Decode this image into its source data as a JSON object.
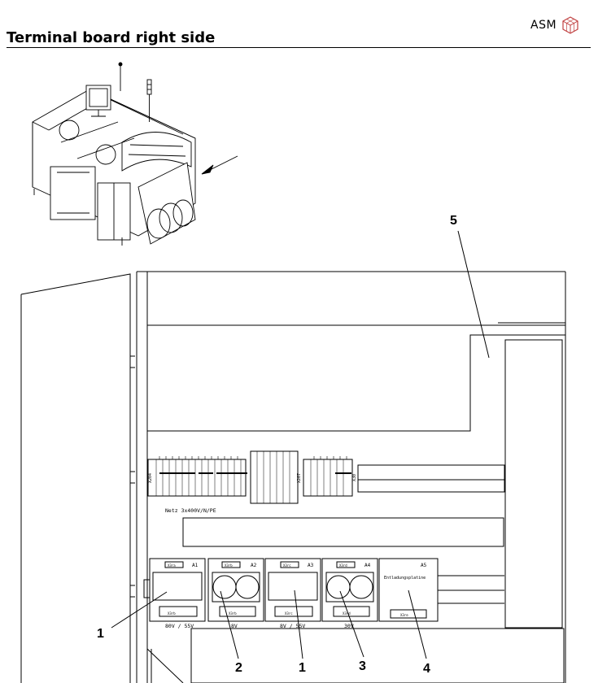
{
  "header": {
    "brand": "ASM",
    "title": "Terminal board right side"
  },
  "callouts": [
    {
      "id": "1",
      "label": "1"
    },
    {
      "id": "2",
      "label": "2"
    },
    {
      "id": "1b",
      "label": "1"
    },
    {
      "id": "3",
      "label": "3"
    },
    {
      "id": "4",
      "label": "4"
    },
    {
      "id": "5",
      "label": "5"
    }
  ],
  "terminals": {
    "left_block": "X204",
    "mid_block": "X207",
    "right_block": "X30",
    "mains_label": "Netz 3x400V/N/PE"
  },
  "modules": [
    {
      "slot": "A1",
      "top_tag": "X3ra",
      "bottom_tag": "X3rb",
      "voltage": "80V / 55V",
      "type": "box"
    },
    {
      "slot": "A2",
      "top_tag": "X3rb",
      "bottom_tag": "X3rb",
      "voltage": "8V",
      "type": "caps"
    },
    {
      "slot": "A3",
      "top_tag": "X3rc",
      "bottom_tag": "X3rc",
      "voltage": "8V / 55V",
      "type": "box"
    },
    {
      "slot": "A4",
      "top_tag": "X3rd",
      "bottom_tag": "X3rd",
      "voltage": "30V",
      "type": "caps"
    },
    {
      "slot": "A5",
      "top_tag": "",
      "bottom_tag": "X3re",
      "voltage": "",
      "type": "discharge",
      "name": "Entladungsplatine"
    }
  ],
  "colors": {
    "ink": "#000000",
    "paper": "#ffffff",
    "logo": "#c04040"
  }
}
